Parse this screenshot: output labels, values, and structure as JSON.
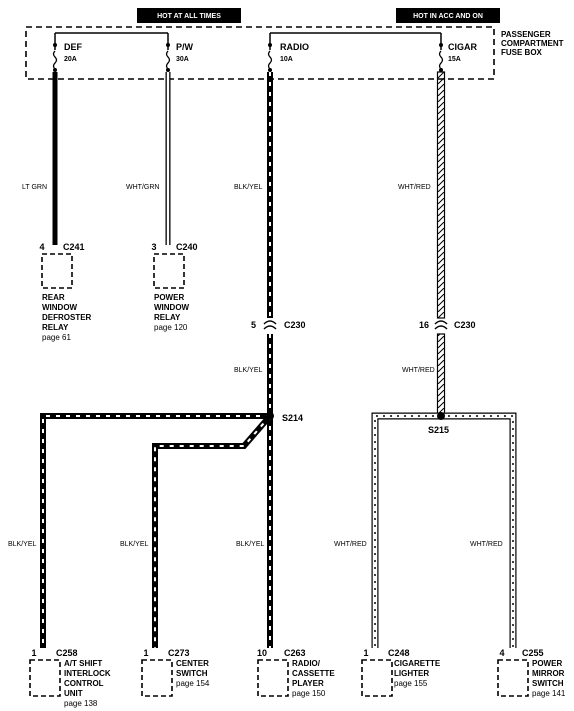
{
  "headers": {
    "hot_all": "HOT AT ALL TIMES",
    "hot_acc": "HOT IN ACC AND ON"
  },
  "fusebox": {
    "line1": "PASSENGER",
    "line2": "COMPARTMENT",
    "line3": "FUSE BOX"
  },
  "fuses": [
    {
      "name": "DEF",
      "rating": "20A"
    },
    {
      "name": "P/W",
      "rating": "30A"
    },
    {
      "name": "RADIO",
      "rating": "10A"
    },
    {
      "name": "CIGAR",
      "rating": "15A"
    }
  ],
  "wires": {
    "def": "LT GRN",
    "pw": "WHT/GRN",
    "radio_upper": "BLK/YEL",
    "cigar_upper": "WHT/RED",
    "radio_mid": "BLK/YEL",
    "cigar_mid": "WHT/RED",
    "bottom": [
      "BLK/YEL",
      "BLK/YEL",
      "BLK/YEL",
      "WHT/RED",
      "WHT/RED"
    ]
  },
  "inline_connectors": [
    {
      "pin": "5",
      "id": "C230"
    },
    {
      "pin": "16",
      "id": "C230"
    }
  ],
  "splices": {
    "s214": "S214",
    "s215": "S215"
  },
  "top_components": [
    {
      "pin": "4",
      "conn": "C241",
      "lines": [
        "REAR",
        "WINDOW",
        "DEFROSTER",
        "RELAY"
      ],
      "page": "page 61"
    },
    {
      "pin": "3",
      "conn": "C240",
      "lines": [
        "POWER",
        "WINDOW",
        "RELAY"
      ],
      "page": "page 120"
    }
  ],
  "bottom_components": [
    {
      "pin": "1",
      "conn": "C258",
      "lines": [
        "A/T SHIFT",
        "INTERLOCK",
        "CONTROL",
        "UNIT"
      ],
      "page": "page 138"
    },
    {
      "pin": "1",
      "conn": "C273",
      "lines": [
        "CENTER",
        "SWITCH"
      ],
      "page": "page 154"
    },
    {
      "pin": "10",
      "conn": "C263",
      "lines": [
        "RADIO/",
        "CASSETTE",
        "PLAYER"
      ],
      "page": "page 150"
    },
    {
      "pin": "1",
      "conn": "C248",
      "lines": [
        "CIGARETTE",
        "LIGHTER"
      ],
      "page": "page 155"
    },
    {
      "pin": "4",
      "conn": "C255",
      "lines": [
        "POWER",
        "MIRROR",
        "SWITCH"
      ],
      "page": "page 141"
    }
  ],
  "colors": {
    "ink": "#000000",
    "paper": "#ffffff",
    "blk_yel_stripe": "#ffffff",
    "wht_red_stripe": "#000000"
  }
}
